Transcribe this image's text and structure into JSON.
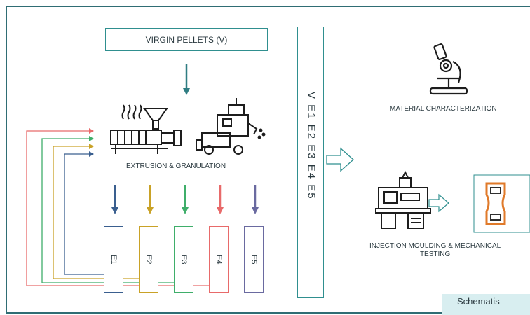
{
  "virgin_pellets": "VIRGIN PELLETS (V)",
  "extrusion_label": "EXTRUSION & GRANULATION",
  "material_label": "MATERIAL CHARACTERIZATION",
  "injection_label_line1": "INJECTION MOULDING & MECHANICAL",
  "injection_label_line2": "TESTING",
  "vertical_list": "V E1 E2 E3 E4 E5",
  "caption": "Schematis",
  "extrusions": [
    {
      "label": "E1",
      "color": "#3a5f8f"
    },
    {
      "label": "E2",
      "color": "#c9a227"
    },
    {
      "label": "E3",
      "color": "#3fae6a"
    },
    {
      "label": "E4",
      "color": "#e86a6a"
    },
    {
      "label": "E5",
      "color": "#6a6aa0"
    }
  ],
  "colors": {
    "frame": "#2f6d74",
    "box_border": "#2f8f8f",
    "arrow_teal": "#2f7d82",
    "caption_bg": "#d8eef0",
    "dogbone": "#e07a2a"
  }
}
